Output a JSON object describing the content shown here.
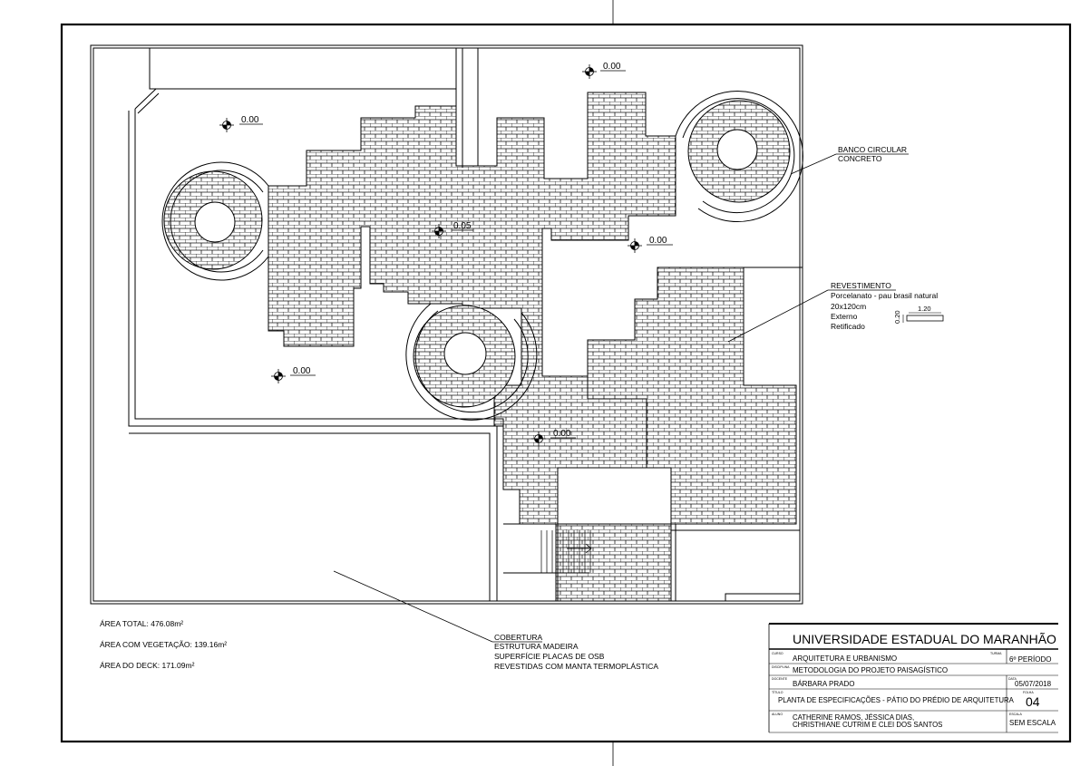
{
  "levels": {
    "nw": "0.00",
    "n": "0.00",
    "center": "0.05",
    "e": "0.00",
    "w": "0.00",
    "s": "0.00"
  },
  "annotations": {
    "bench": [
      "BANCO CIRCULAR",
      "CONCRETO"
    ],
    "covering": [
      "REVESTIMENTO",
      "Porcelanato - pau brasil natural",
      "20x120cm",
      "Externo",
      "Retificado"
    ],
    "tile_dims": {
      "width": "1.20",
      "height": "0.20"
    },
    "roof": [
      "COBERTURA",
      "ESTRUTURA MADEIRA",
      "SUPERFÍCIE PLACAS DE OSB",
      "REVESTIDAS COM MANTA TERMOPLÁSTICA"
    ]
  },
  "areas": {
    "total": "ÁREA TOTAL: 476.08m²",
    "vegetation": "ÁREA COM VEGETAÇÃO: 139.16m²",
    "deck": "ÁREA DO DECK: 171.09m²"
  },
  "title_block": {
    "institution": "UNIVERSIDADE ESTADUAL DO MARANHÃO",
    "course_label": "CURSO",
    "course": "ARQUITETURA E URBANISMO",
    "class_label": "TURMA",
    "class": "6º PERÍODO",
    "discipline_label": "DISCIPLINA",
    "discipline": "METODOLOGIA DO PROJETO PAISAGÍSTICO",
    "teacher_label": "DOCENTE",
    "teacher": "BÁRBARA PRADO",
    "date_label": "DATA",
    "date": "05/07/2018",
    "title_label": "TÍTULO",
    "title": "PLANTA DE ESPECIFICAÇÕES - PÁTIO DO PRÉDIO DE ARQUITETURA",
    "sheet_label": "FOLHA",
    "sheet": "04",
    "students_label": "ALUNO",
    "students": [
      "CATHERINE RAMOS, JÉSSICA DIAS,",
      "CHRISTHIANE CUTRIM E CLEI DOS SANTOS"
    ],
    "scale_label": "ESCALA",
    "scale": "SEM ESCALA"
  }
}
